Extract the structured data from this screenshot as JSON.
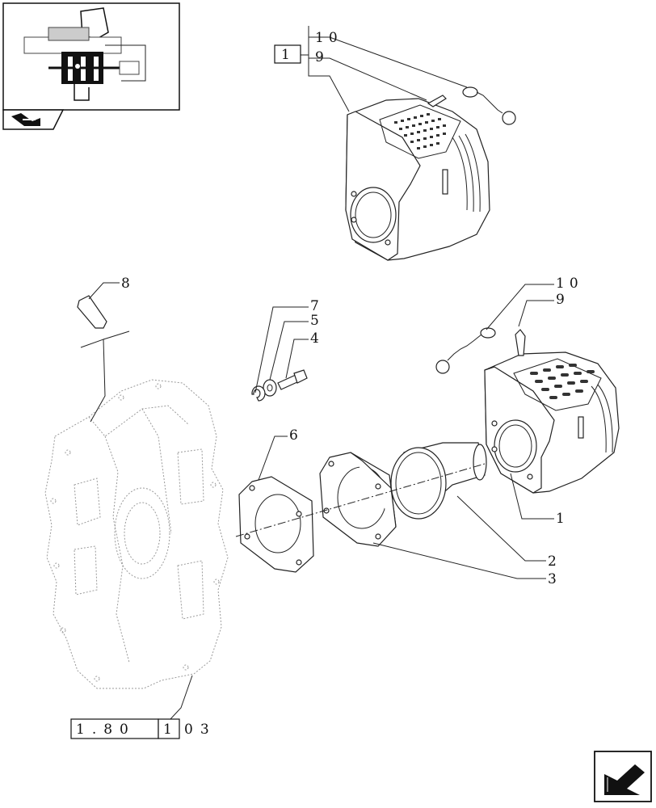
{
  "callouts": {
    "c1_top": "1",
    "c10_top": "10",
    "c9_top": "9",
    "c8": "8",
    "c7": "7",
    "c5": "5",
    "c4": "4",
    "c6": "6",
    "c10_right": "10",
    "c9_right": "9",
    "c1_right": "1",
    "c2": "2",
    "c3": "3"
  },
  "reference": {
    "group_a": "1.80",
    "group_b": "1",
    "group_c": "03"
  },
  "icons": {
    "thumbnail": "assembly-thumbnail-icon",
    "thumbnail_tab": "key-folder-icon",
    "next_page": "next-page-arrow-icon"
  },
  "colors": {
    "line": "#222222",
    "ghost": "#9a9a9a",
    "background": "#ffffff"
  }
}
